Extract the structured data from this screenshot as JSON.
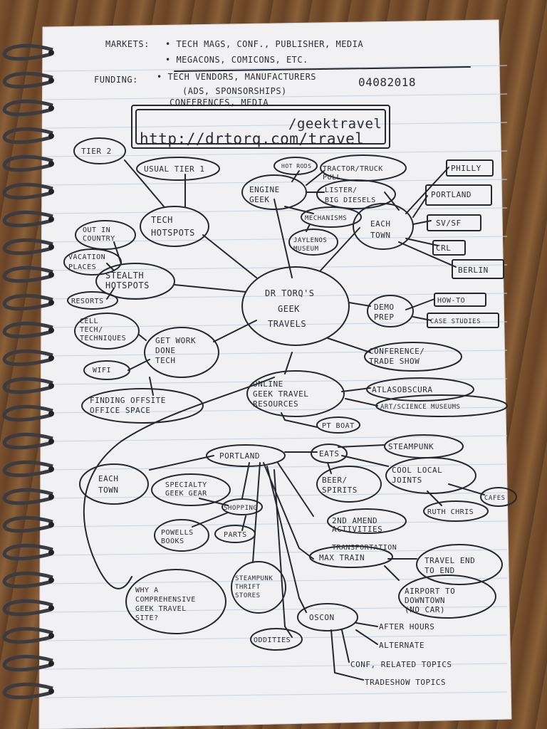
{
  "header": {
    "markets_label": "MARKETS:",
    "markets_line1": "• TECH MAGS, CONF., PUBLISHER, MEDIA",
    "markets_line2": "• MEGACONS, COMICONS, ETC.",
    "funding_label": "FUNDING:",
    "funding_line1": "• TECH VENDORS, MANUFACTURERS",
    "funding_line2": "(ADS, SPONSORSHIPS)",
    "funding_line3": "CONFERENCES, MEDIA",
    "date": "04082018"
  },
  "url_box": {
    "line1": "/geektravel",
    "line2": "http://drtorq.com/travel"
  },
  "center": {
    "line1": "DR TORQ'S",
    "line2": "GEEK",
    "line3": "TRAVELS"
  },
  "nodes": {
    "tier2": "TIER 2",
    "usual_tier1": "USUAL TIER 1",
    "tech_hotspots": [
      "TECH",
      "HOTSPOTS"
    ],
    "out_in_country": [
      "OUT IN",
      "COUNTRY"
    ],
    "vacation_places": [
      "VACATION",
      "PLACES"
    ],
    "stealth_hotspots": [
      "STEALTH",
      "HOTSPOTS"
    ],
    "resorts": "RESORTS",
    "cell_tech": [
      "CELL",
      "TECH/",
      "TECHNIQUES"
    ],
    "get_work_done": [
      "GET WORK",
      "DONE",
      "TECH"
    ],
    "wifi": "WIFI",
    "finding_offsite": [
      "FINDING OFFSITE",
      "OFFICE SPACE"
    ],
    "hot_rods": "HOT RODS",
    "tractor_truck": [
      "TRACTOR/TRUCK",
      "PULL"
    ],
    "engine_geek": [
      "ENGINE",
      "GEEK"
    ],
    "lister": [
      "LISTER/",
      "BIG DIESELS"
    ],
    "mechanisms": "MECHANISMS",
    "jaylenos": [
      "JAYLENOS",
      "MUSEUM"
    ],
    "each_town_top": [
      "EACH",
      "TOWN"
    ],
    "philly": "PHILLY",
    "portland_top": "PORTLAND",
    "sv_sf": "SV/SF",
    "crl": "CRL",
    "berlin": "BERLIN",
    "demo_prep": [
      "DEMO",
      "PREP"
    ],
    "how_to": "HOW-TO",
    "case_studies": "CASE STUDIES",
    "conference": [
      "CONFERENCE/",
      "TRADE SHOW"
    ],
    "online_resources": [
      "ONLINE",
      "GEEK TRAVEL",
      "RESOURCES"
    ],
    "atlas_obscura": "ATLASOBSCURA",
    "art_science": "ART/SCIENCE MUSEUMS",
    "pt_boat": "PT BOAT",
    "portland": "PORTLAND",
    "eats": "EATS",
    "steampunk": "STEAMPUNK",
    "beer_spirits": [
      "BEER/",
      "SPIRITS"
    ],
    "cool_local": [
      "COOL LOCAL",
      "JOINTS"
    ],
    "cafes": "CAFES",
    "ruth_chris": "RUTH CHRIS",
    "each_town_bottom": [
      "EACH",
      "TOWN"
    ],
    "specialty_gear": [
      "SPECIALTY",
      "GEEK GEAR"
    ],
    "shopping": "SHOPPING",
    "powells": [
      "POWELLS",
      "BOOKS"
    ],
    "parts": "PARTS",
    "2nd_amend": [
      "2ND AMEND",
      "ACTIVITIES"
    ],
    "transportation": "TRANSPORTATION",
    "max_train": "MAX TRAIN",
    "travel_end": [
      "TRAVEL END",
      "TO END"
    ],
    "airport": [
      "AIRPORT TO",
      "DOWNTOWN",
      "(NO CAR)"
    ],
    "steampunk_thrift": [
      "STEAMPUNK",
      "THRIFT",
      "STORES"
    ],
    "why_site": [
      "WHY A",
      "COMPREHENSIVE",
      "GEEK TRAVEL",
      "SITE?"
    ],
    "oddities": "ODDITIES",
    "oscon": "OSCON",
    "after_hours": "AFTER HOURS",
    "alternate": "ALTERNATE",
    "conf_related": "CONF, RELATED TOPICS",
    "tradeshow_topics": "TRADESHOW TOPICS"
  },
  "colors": {
    "paper": "#f2f2f4",
    "ink": "#26262e",
    "wood": "#6b4a2b",
    "spiral": "#3b3b40"
  }
}
